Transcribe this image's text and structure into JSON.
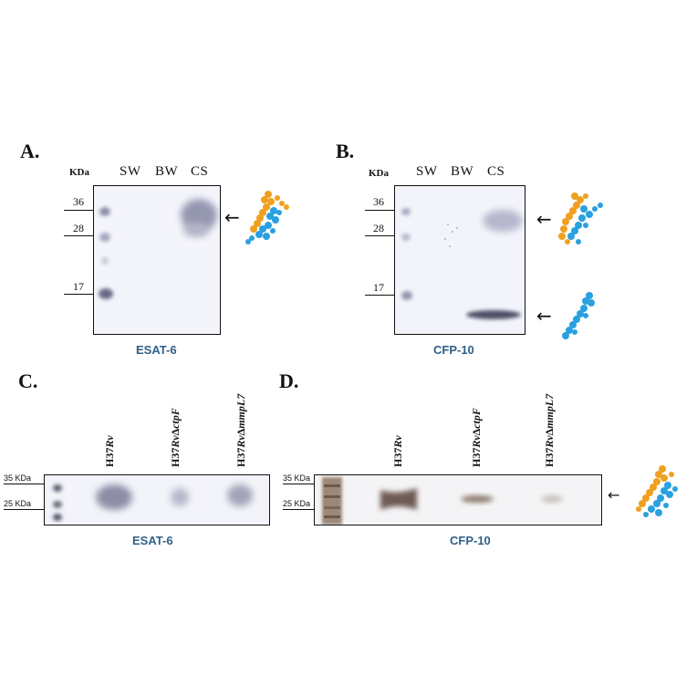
{
  "panels": {
    "a": {
      "letter": "A.",
      "kda_label": "KDa",
      "lanes": [
        "SW",
        "BW",
        "CS"
      ],
      "markers": [
        "36",
        "28",
        "17"
      ],
      "caption": "ESAT-6"
    },
    "b": {
      "letter": "B.",
      "kda_label": "KDa",
      "lanes": [
        "SW",
        "BW",
        "CS"
      ],
      "markers": [
        "36",
        "28",
        "17"
      ],
      "caption": "CFP-10"
    },
    "c": {
      "letter": "C.",
      "markers": [
        "35 KDa",
        "25 KDa"
      ],
      "strains": [
        {
          "base": "H37",
          "ital": "Rv",
          "suffix": ""
        },
        {
          "base": "H37",
          "ital": "Rv",
          "delta": "Δ",
          "gene": "ctpF"
        },
        {
          "base": "H37",
          "ital": "Rv",
          "delta": "Δ",
          "gene": "mmpL7"
        }
      ],
      "caption": "ESAT-6"
    },
    "d": {
      "letter": "D.",
      "markers": [
        "35 KDa",
        "25 KDa"
      ],
      "strains": [
        {
          "base": "H37",
          "ital": "Rv",
          "suffix": ""
        },
        {
          "base": "H37",
          "ital": "Rv",
          "delta": "Δ",
          "gene": "ctpF"
        },
        {
          "base": "H37",
          "ital": "Rv",
          "delta": "Δ",
          "gene": "mmpL7"
        }
      ],
      "caption": "CFP-10"
    }
  },
  "arrow_glyph": "←",
  "colors": {
    "caption": "#2f5f87",
    "protein_orange": "#f0a020",
    "protein_blue": "#2aa0e0",
    "blot_bg": "#f3f4fa",
    "band_dark": "#5a5a6a",
    "band_brown": "#6e5a4a"
  }
}
